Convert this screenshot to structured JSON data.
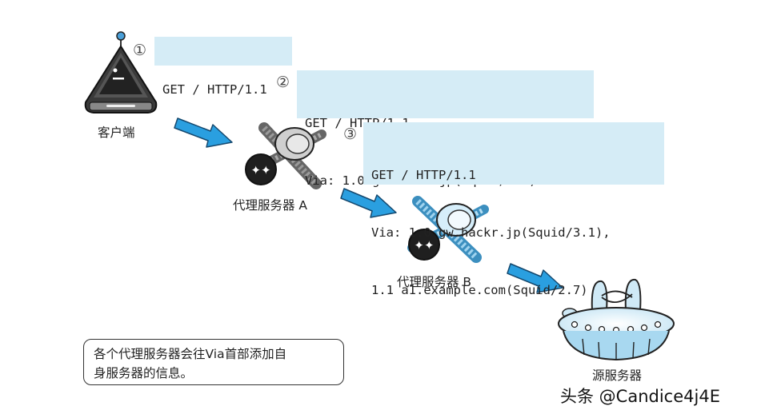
{
  "steps": [
    {
      "number": "①",
      "lines": [
        "GET / HTTP/1.1"
      ]
    },
    {
      "number": "②",
      "lines": [
        "GET / HTTP/1.1",
        "Via: 1.0 gw.hackr.jp(Squid/3.1)"
      ]
    },
    {
      "number": "③",
      "lines": [
        "GET / HTTP/1.1",
        "Via: 1.0 gw.hackr.jp(Squid/3.1),",
        "1.1 a1.example.com(Squid/2.7)"
      ]
    }
  ],
  "nodes": {
    "client": "客户端",
    "proxy_a": "代理服务器 A",
    "proxy_b": "代理服务器 B",
    "origin": "源服务器"
  },
  "note": {
    "line1": "各个代理服务器会往Via首部添加自",
    "line2": "身服务器的信息。"
  },
  "watermark": "头条 @Candice4j4E",
  "colors": {
    "request_box": "#d5ecf6",
    "arrow": "#2a9fe0",
    "proxy_a_accent": "#8a8a8a",
    "proxy_b_accent": "#7cc4e8",
    "origin_accent": "#a8d8f0"
  }
}
